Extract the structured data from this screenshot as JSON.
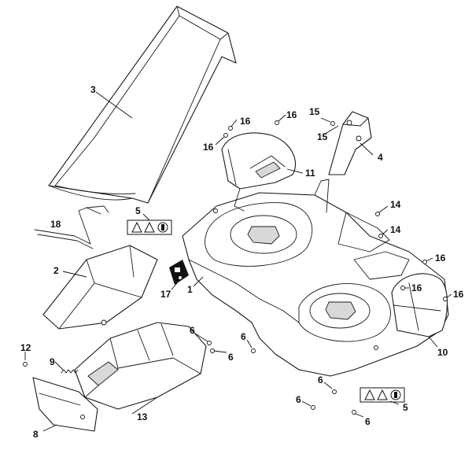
{
  "callouts": {
    "c1": "1",
    "c2": "2",
    "c3": "3",
    "c4": "4",
    "c5a": "5",
    "c5b": "5",
    "c6a": "6",
    "c6b": "6",
    "c6c": "6",
    "c6d": "6",
    "c6e": "6",
    "c6f": "6",
    "c8": "8",
    "c9": "9",
    "c10": "10",
    "c11": "11",
    "c12": "12",
    "c13": "13",
    "c14a": "14",
    "c14b": "14",
    "c15a": "15",
    "c15b": "15",
    "c16a": "16",
    "c16b": "16",
    "c16c": "16",
    "c16d": "16",
    "c16e": "16",
    "c16f": "16",
    "c17": "17",
    "c18": "18"
  },
  "icons": {
    "warning_label": "warning-triangle-icon",
    "manual_label": "read-manual-icon",
    "decal": "operator-decal-icon"
  }
}
